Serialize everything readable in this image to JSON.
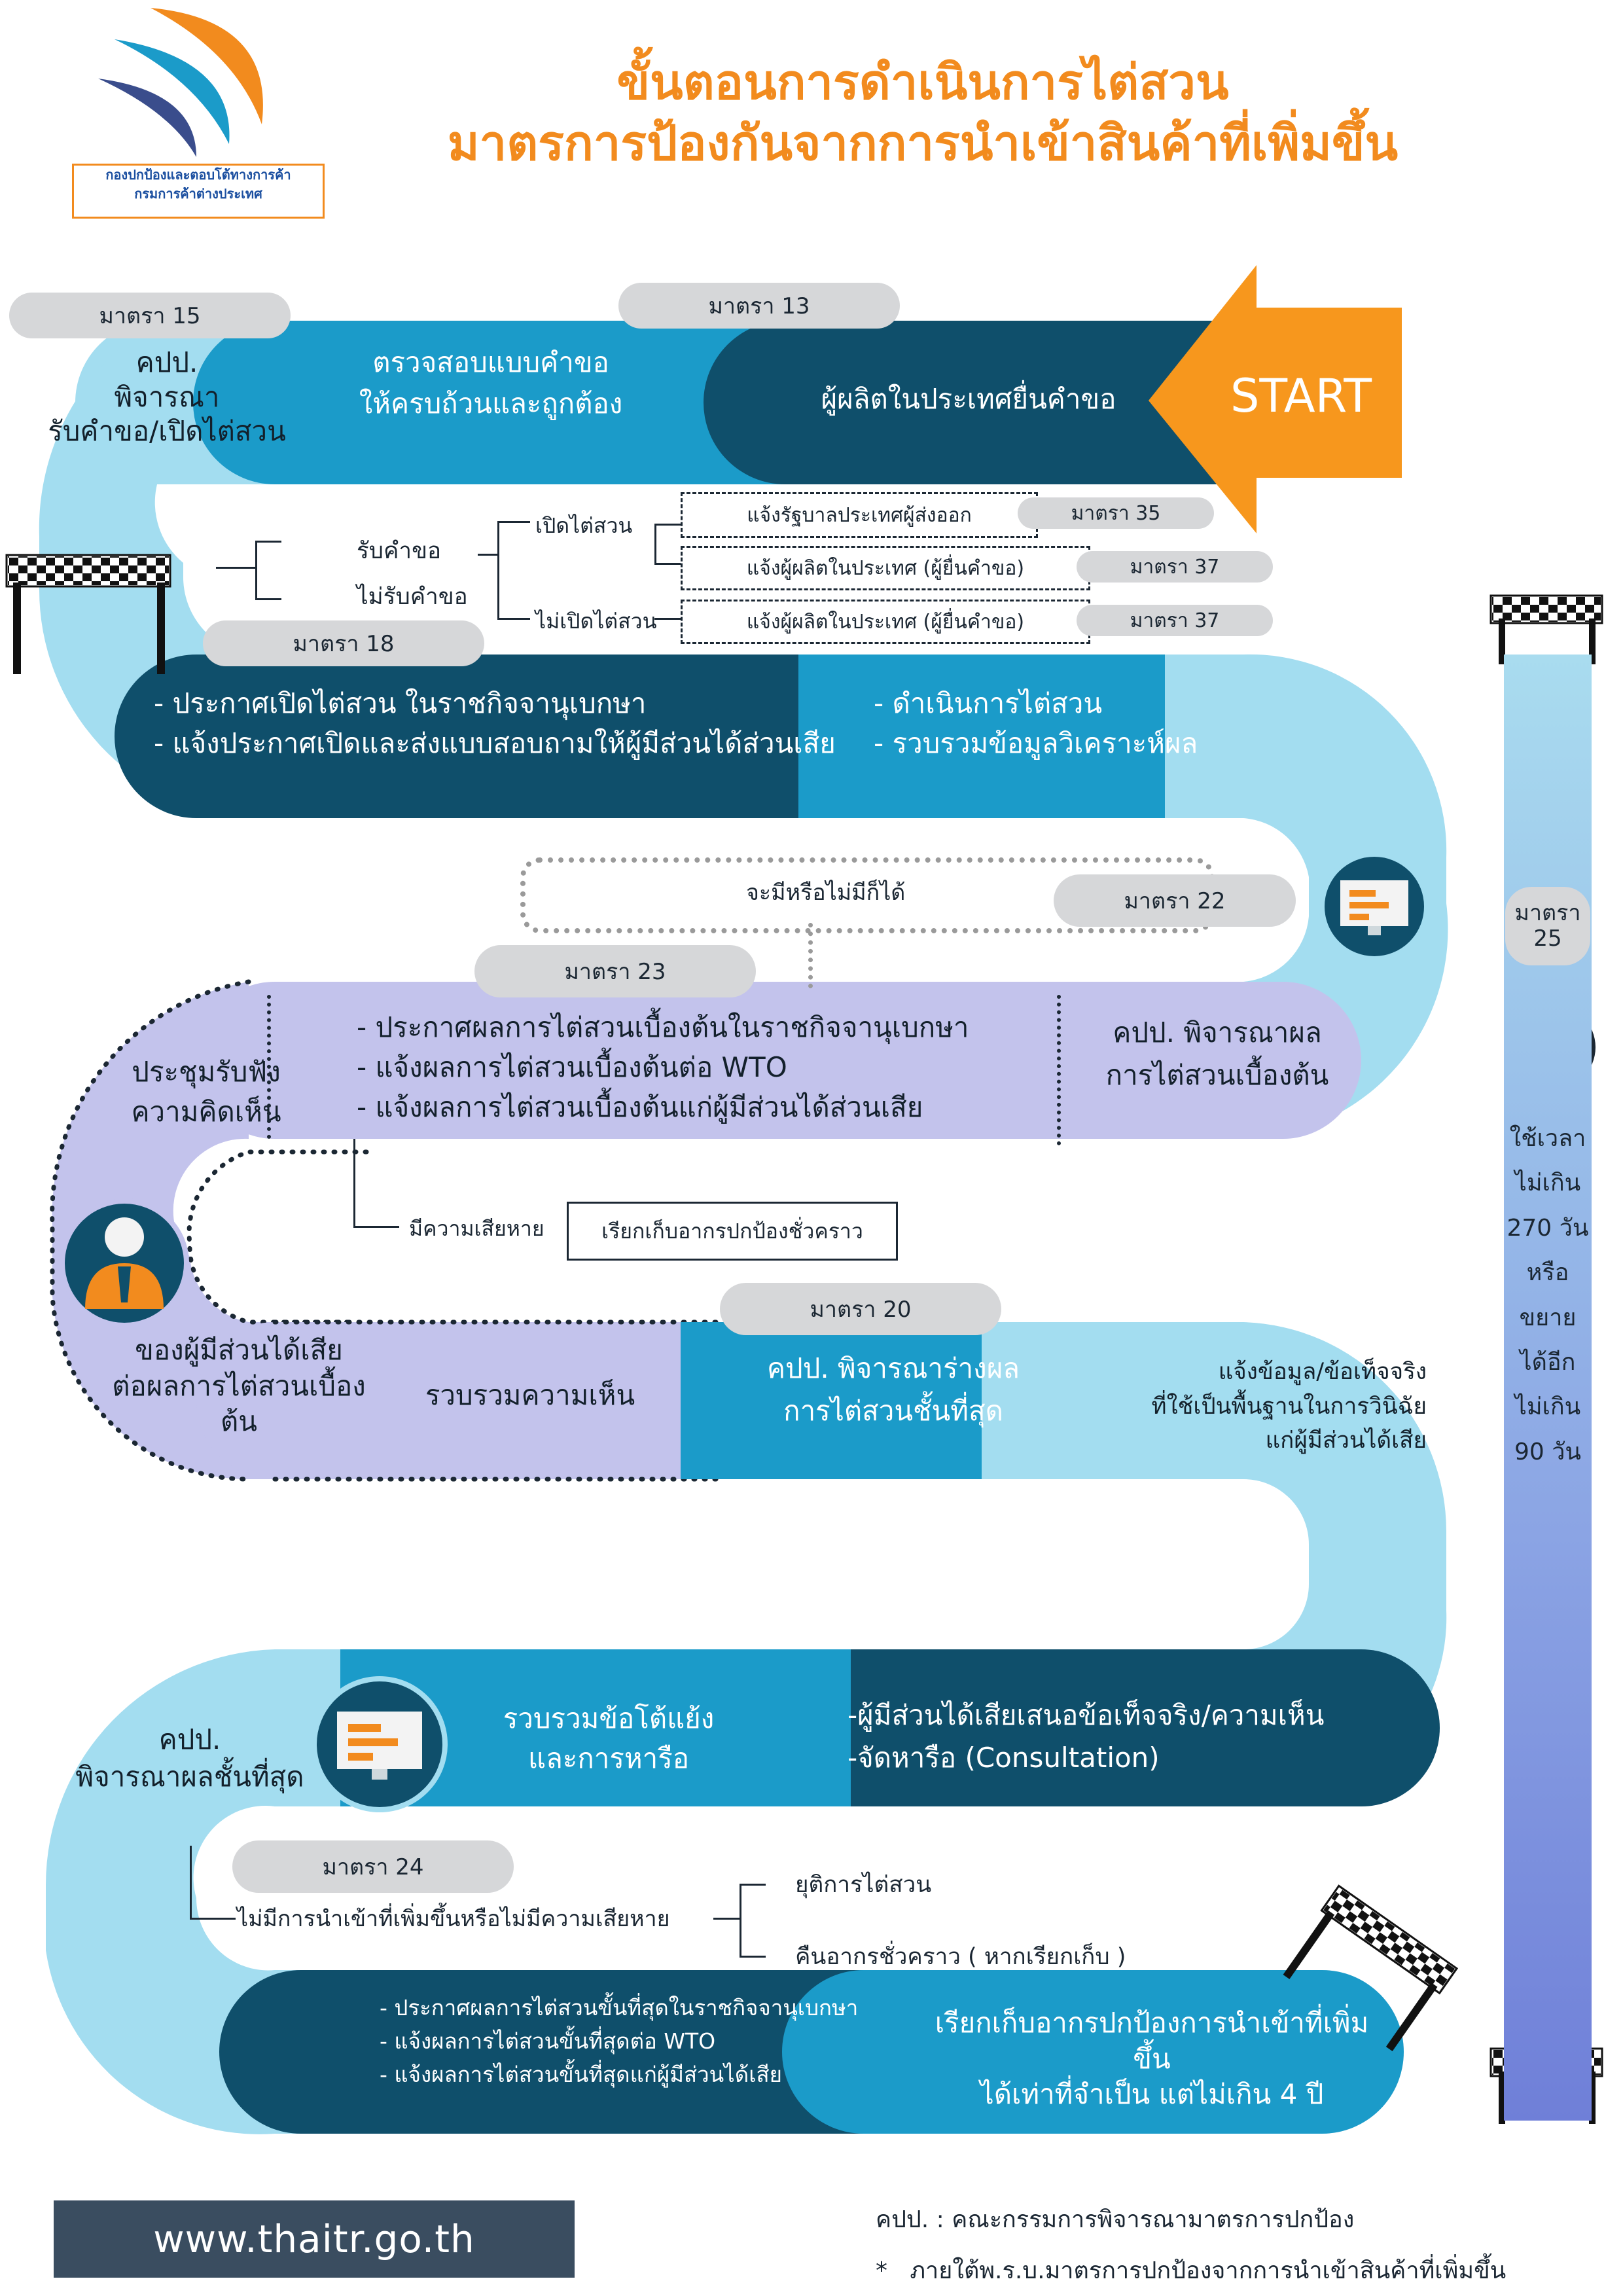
{
  "header": {
    "logo_line1": "กองปกป้องและตอบโต้ทางการค้า",
    "logo_line2": "กรมการค้าต่างประเทศ",
    "title_line1": "ขั้นตอนการดำเนินการไต่สวน",
    "title_line2": "มาตรการป้องกันจากการนำเข้าสินค้าที่เพิ่มขึ้น"
  },
  "colors": {
    "title": "#f28b1e",
    "dark_teal": "#0f4f6b",
    "mid_blue": "#1b9bc9",
    "light_blue": "#a3ddf0",
    "lavender": "#c3c3ec",
    "start_arrow": "#f7971d",
    "footer_bg": "#3a4d60"
  },
  "start": "START",
  "row1": {
    "pill_15": "มาตรา 15",
    "pill_13": "มาตรา 13",
    "consider": "คปป.\nพิจารณา\nรับคำขอ/เปิดไต่สวน",
    "check": "ตรวจสอบแบบคำขอ\nให้ครบถ้วนและถูกต้อง",
    "producer": "ผู้ผลิตในประเทศยื่นคำขอ"
  },
  "branch": {
    "accept": "รับคำขอ",
    "reject": "ไม่รับคำขอ",
    "open": "เปิดไต่สวน",
    "not_open": "ไม่เปิดไต่สวน",
    "notify_gov": "แจ้งรัฐบาลประเทศผู้ส่งออก",
    "notify_producer_a": "แจ้งผู้ผลิตในประเทศ (ผู้ยื่นคำขอ)",
    "notify_producer_b": "แจ้งผู้ผลิตในประเทศ (ผู้ยื่นคำขอ)",
    "pill_35": "มาตรา 35",
    "pill_37a": "มาตรา 37",
    "pill_37b": "มาตรา 37"
  },
  "row2": {
    "pill_18": "มาตรา 18",
    "announce": "- ประกาศเปิดไต่สวน ในราชกิจจานุเบกษา\n- แจ้งประกาศเปิดและส่งแบบสอบถามให้ผู้มีส่วนได้ส่วนเสีย",
    "conduct": "- ดำเนินการไต่สวน\n- รวบรวมข้อมูลวิเคราะห์ผล"
  },
  "maybe": {
    "text": "จะมีหรือไม่มีก็ได้",
    "pill_22": "มาตรา 22"
  },
  "row3": {
    "pill_23": "มาตรา 23",
    "hearing": "ประชุมรับฟัง\nความคิดเห็น",
    "prelim": "- ประกาศผลการไต่สวนเบื้องต้นในราชกิจจานุเบกษา\n- แจ้งผลการไต่สวนเบื้องต้นต่อ WTO\n- แจ้งผลการไต่สวนเบื้องต้นแก่ผู้มีส่วนได้ส่วนเสีย",
    "consider_prelim": "คปป. พิจารณาผล\nการไต่สวนเบื้องต้น",
    "injury": "มีความเสียหาย",
    "provisional": "เรียกเก็บอากรปกป้องชั่วคราว"
  },
  "row4": {
    "pill_20": "มาตรา 20",
    "stakeholders": "ของผู้มีส่วนได้เสีย\nต่อผลการไต่สวนเบื้องต้น",
    "collect": "รวบรวมความเห็น",
    "draft": "คปป. พิจารณาร่างผล\nการไต่สวนชั้นที่สุด",
    "facts": "แจ้งข้อมูล/ข้อเท็จจริง\nที่ใช้เป็นพื้นฐานในการวินิฉัย\nแก่ผู้มีส่วนได้เสีย"
  },
  "row5": {
    "final_consider": "คปป.\nพิจารณาผลชั้นที่สุด",
    "arguments": "รวบรวมข้อโต้แย้ง\nและการหารือ",
    "present": "-ผู้มีส่วนได้เสียเสนอข้อเท็จจริง/ความเห็น\n-จัดหารือ (Consultation)"
  },
  "row6": {
    "pill_24": "มาตรา 24",
    "no_increase": "ไม่มีการนำเข้าที่เพิ่มขึ้นหรือไม่มีความเสียหาย",
    "terminate": "ยุติการไต่สวน",
    "refund": "คืนอากรชั่วคราว ( หากเรียกเก็บ )"
  },
  "row7": {
    "final_announce": "- ประกาศผลการไต่สวนขั้นที่สุดในราชกิจจานุเบกษา\n- แจ้งผลการไต่สวนขั้นที่สุดต่อ WTO\n- แจ้งผลการไต่สวนขั้นที่สุดแก่ผู้มีส่วนได้เสีย",
    "impose": "เรียกเก็บอากรปกป้องการนำเข้าที่เพิ่มขึ้น\nได้เท่าที่จำเป็น แต่ไม่เกิน 4 ปี"
  },
  "timeline": {
    "pill_25": "มาตรา\n25",
    "text": "ใช้เวลา\nไม่เกิน\n270 วัน\nหรือ\nขยาย\nได้อีก\nไม่เกิน\n90 วัน"
  },
  "footer": {
    "url": "www.thaitr.go.th",
    "note1": "คปป. : คณะกรรมการพิจารณามาตรการปกป้อง",
    "note2": "*   ภายใต้พ.ร.บ.มาตรการปกป้องจากการนำเข้าสินค้าที่เพิ่มขึ้น"
  }
}
